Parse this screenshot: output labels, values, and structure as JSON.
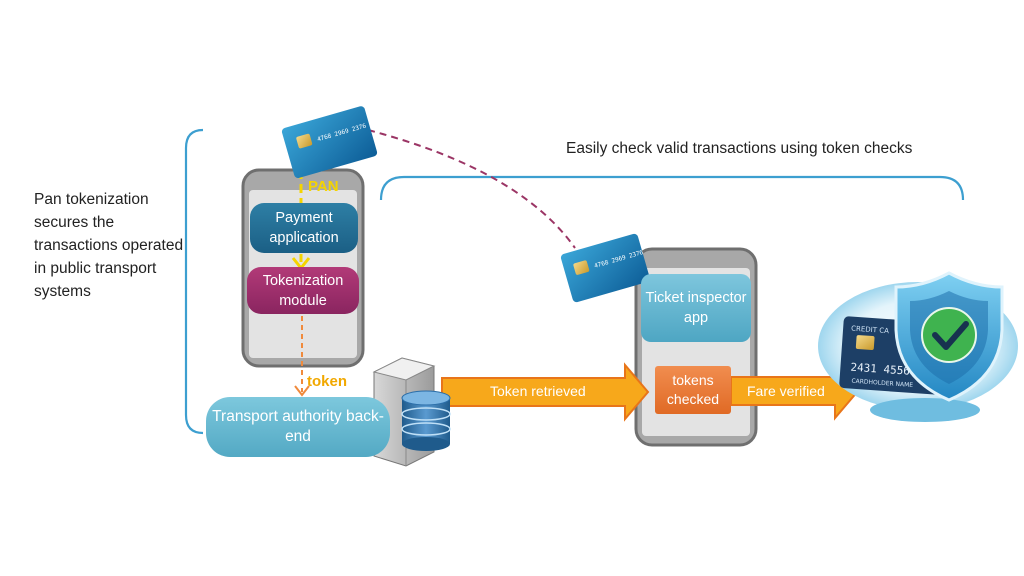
{
  "side_caption": "Pan tokenization secures the transactions operated in public transport systems",
  "top_caption": "Easily check valid transactions using token checks",
  "phone_left": {
    "pan_label": "PAN",
    "payment_app": "Payment application",
    "tokenization_module": "Tokenization module"
  },
  "token_label": "token",
  "backend": "Transport authority back-end",
  "arrow_retrieved": "Token retrieved",
  "phone_right": {
    "inspector_app": "Ticket inspector app",
    "tokens_checked": "tokens checked"
  },
  "arrow_verified": "Fare verified",
  "credit_card_text": "2431 4556 ...",
  "colors": {
    "bracket": "#3d9fd0",
    "arrow_fill": "#f7a81b",
    "arrow_stroke": "#e8751a",
    "payment_app": "#1f6d94",
    "tokenization_module": "#a03070",
    "backend": "#63b6cf",
    "tokens_checked": "#e97a33",
    "dashed_link": "#9b3565",
    "pan_line": "#f5d400",
    "token_line": "#f08a3c"
  },
  "icons": [
    "credit-card-icon",
    "server-icon",
    "database-icon",
    "shield-check-icon"
  ]
}
